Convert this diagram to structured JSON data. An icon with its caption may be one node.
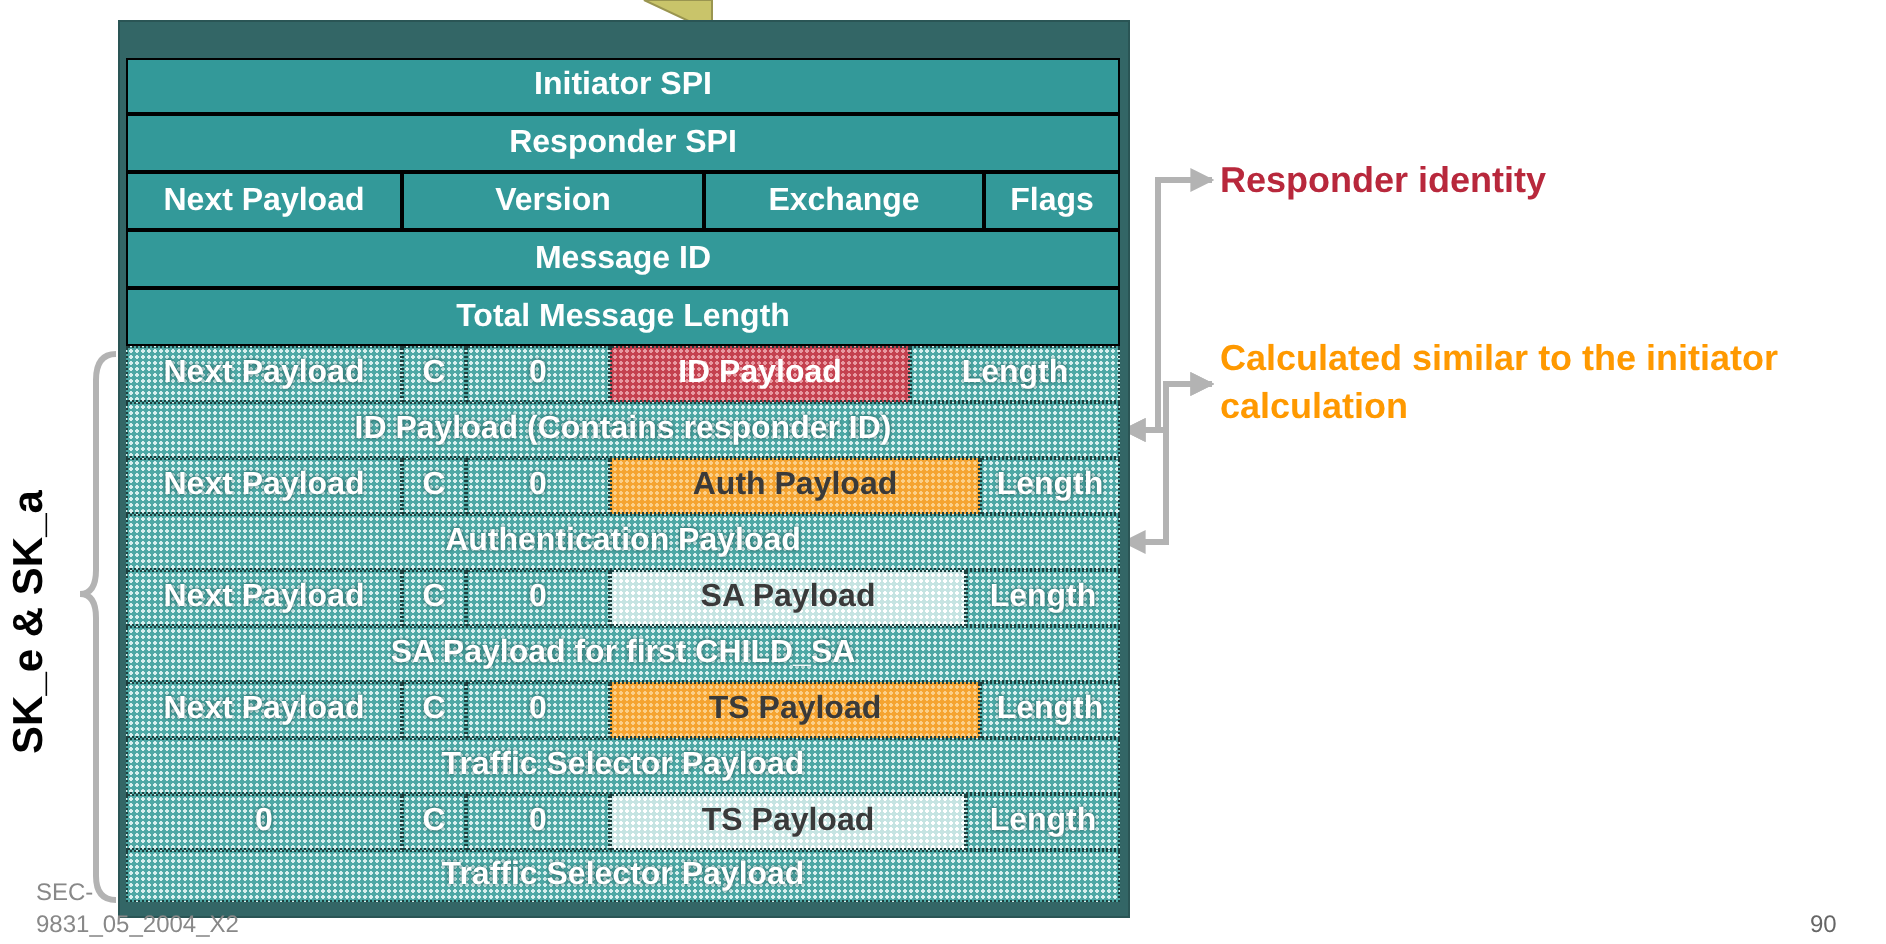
{
  "diagram": {
    "nodes": [
      {
        "text": [
          "Initiator SPI"
        ]
      },
      {
        "text": [
          "Responder SPI"
        ]
      },
      {
        "text": [
          "Next Payload"
        ]
      },
      {
        "text": [
          "Version"
        ]
      },
      {
        "text": [
          "Exchange"
        ]
      },
      {
        "text": [
          "Flags"
        ]
      },
      {
        "text": [
          "Message ID"
        ]
      },
      {
        "text": [
          "Total Message Length"
        ]
      },
      {
        "text": [
          "Next Payload"
        ]
      },
      {
        "text": [
          "C"
        ]
      },
      {
        "text": [
          "0"
        ]
      },
      {
        "text": [
          "ID Payload"
        ]
      },
      {
        "text": [
          "Length"
        ]
      },
      {
        "text": [
          "ID Payload (Contains responder ID)"
        ]
      },
      {
        "text": [
          "Next Payload"
        ]
      },
      {
        "text": [
          "C"
        ]
      },
      {
        "text": [
          "0"
        ]
      },
      {
        "text": [
          "Auth Payload"
        ]
      },
      {
        "text": [
          "Length"
        ]
      },
      {
        "text": [
          "Authentication Payload"
        ]
      },
      {
        "text": [
          "Next Payload"
        ]
      },
      {
        "text": [
          "C"
        ]
      },
      {
        "text": [
          "0"
        ]
      },
      {
        "text": [
          "SA Payload"
        ]
      },
      {
        "text": [
          "Length"
        ]
      },
      {
        "text": [
          "SA Payload for first CHILD_SA"
        ]
      },
      {
        "text": [
          "Next Payload"
        ]
      },
      {
        "text": [
          "C"
        ]
      },
      {
        "text": [
          "0"
        ]
      },
      {
        "text": [
          "TS Payload"
        ]
      },
      {
        "text": [
          "Length"
        ]
      },
      {
        "text": [
          "Traffic Selector Payload"
        ]
      },
      {
        "text": [
          "0"
        ]
      },
      {
        "text": [
          "C"
        ]
      },
      {
        "text": [
          "0"
        ]
      },
      {
        "text": [
          "TS Payload"
        ]
      },
      {
        "text": [
          "Length"
        ]
      },
      {
        "text": [
          "Traffic Selector Payload"
        ]
      },
      {
        "text": [
          "Responder identity"
        ]
      },
      {
        "text": [
          "Calculated similar to the initiator calculation"
        ]
      }
    ],
    "edges": [
      {
        "from": 38,
        "to": 13,
        "arrow": "both"
      },
      {
        "from": 39,
        "to": 13,
        "arrow": "both"
      },
      {
        "from": 39,
        "to": 19,
        "arrow": "both"
      }
    ],
    "labels": [
      "SK_e & SK_a",
      "SEC-",
      "9831_05_2004_X2",
      "90"
    ]
  }
}
